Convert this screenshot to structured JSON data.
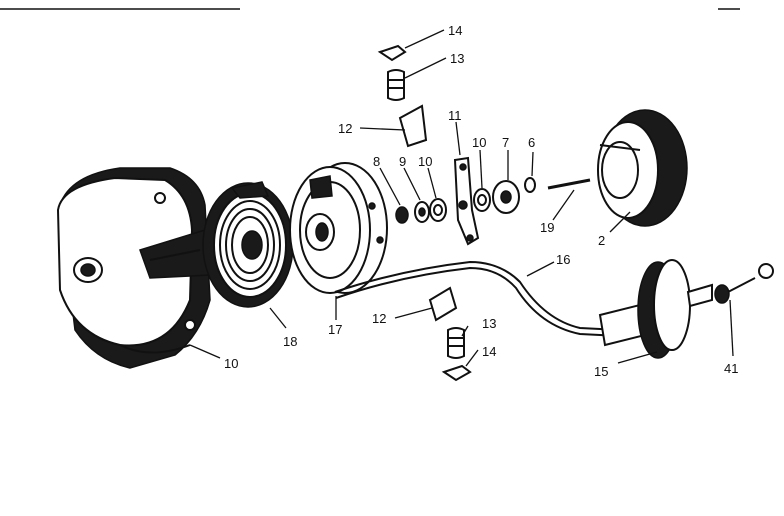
{
  "callouts": {
    "c14_top": "14",
    "c13_top": "13",
    "c12_top": "12",
    "c11": "11",
    "c8": "8",
    "c9": "9",
    "c10_a": "10",
    "c10_b": "10",
    "c7": "7",
    "c6": "6",
    "c19": "19",
    "c2": "2",
    "c16": "16",
    "c12_bottom": "12",
    "c13_bottom": "13",
    "c14_bottom": "14",
    "c18": "18",
    "c17": "17",
    "c10_housing": "10",
    "c15": "15",
    "c41": "41"
  }
}
